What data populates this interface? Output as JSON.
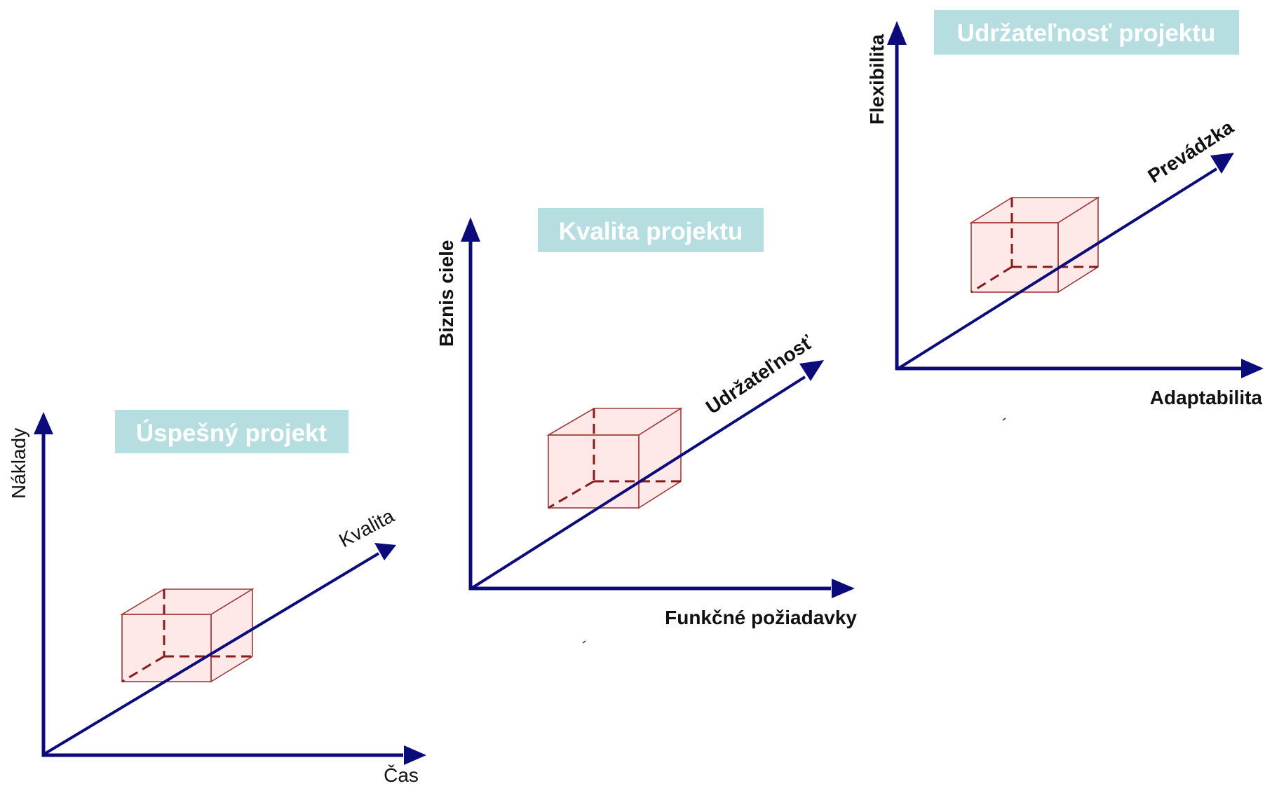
{
  "diagrams": [
    {
      "title": "Úspešný projekt",
      "y_axis": "Náklady",
      "x_axis": "Čas",
      "diagonal_axis": "Kvalita"
    },
    {
      "title": "Kvalita projektu",
      "y_axis": "Biznis ciele",
      "x_axis": "Funkčné požiadavky",
      "diagonal_axis": "Udržateľnosť"
    },
    {
      "title": "Udržateľnosť projektu",
      "y_axis": "Flexibilita",
      "x_axis": "Adaptabilita",
      "diagonal_axis": "Prevádzka"
    }
  ],
  "colors": {
    "axis": "#0b0b7a",
    "cube_fill": "#ffd9d9",
    "cube_edge": "#a03a3a",
    "cube_hidden_edge": "#8b1a1a",
    "title_bg": "#b6dee0",
    "title_text": "#ffffff"
  }
}
